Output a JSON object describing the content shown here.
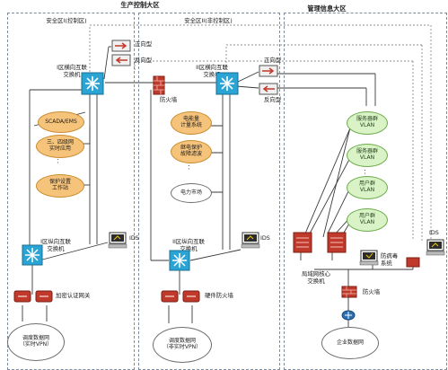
{
  "headers": {
    "production": "生产控制大区",
    "management": "管理信息大区"
  },
  "zones": {
    "zone1": "安全区I(控制区)",
    "zone2": "安全区II(非控制区)"
  },
  "switches": {
    "s1_top": "I区横向互联\n交换机",
    "s2_top": "II区横向互联\n交换机",
    "s1_bottom": "I区纵向互联\n交换机",
    "s2_bottom": "II区纵向互联\n交换机",
    "core": "局域网核心\n交换机"
  },
  "devices": {
    "forward_isolator": "正向型",
    "reverse_isolator": "反向型",
    "forward_isolator_2": "正向型",
    "reverse_isolator_2": "反向型",
    "firewall_mid": "防火墙",
    "firewall_right": "防火墙",
    "encryption_gateway": "加密认证网关",
    "hardware_firewall": "硬件防火墙",
    "ids_1": "IDS",
    "ids_2": "IDS",
    "ids_3": "IDS",
    "antivirus": "防病毒\n系统"
  },
  "zone1_apps": [
    "SCADA/EMS",
    "三、四级网\n实时应用",
    "保护设置\n工作站"
  ],
  "zone2_apps": [
    "电能量\n计量系统",
    "继电保护\n故障滤波",
    "电力市场"
  ],
  "vlans": [
    "服务器群\nVLAN",
    "服务器群\nVLAN",
    "用户群\nVLAN",
    "用户群\nVLAN"
  ],
  "networks": {
    "n1": "调度数据网\n（实时VPN）",
    "n2": "调度数据网\n（非实时VPN）",
    "n3": "企业数据网"
  },
  "ellipsis": "：",
  "colors": {
    "line": "#3a3a3a",
    "zone_border": "#7d8c9e",
    "switch_blue": "#2aa4d4",
    "app_orange": "#f6c37b",
    "vlan_green": "#d9f2c6",
    "firewall_red": "#c0392b"
  }
}
